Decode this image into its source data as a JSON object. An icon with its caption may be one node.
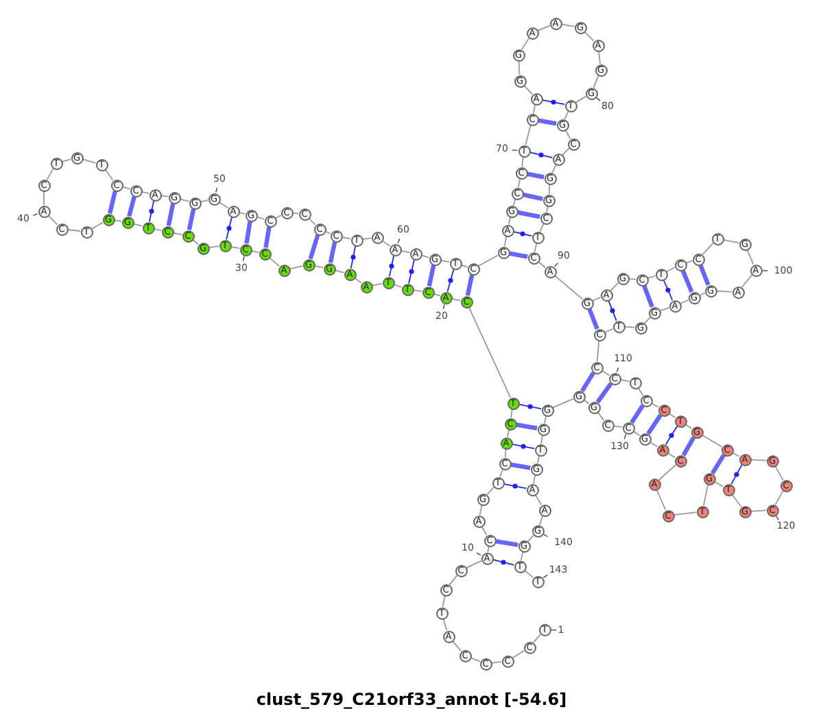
{
  "diagram": {
    "title": "clust_579_C21orf33_annot [-54.6]",
    "nodes": [
      {
        "text": [
          "T"
        ],
        "beside": [
          "1"
        ]
      },
      {
        "text": [
          "C"
        ]
      },
      {
        "text": [
          "C"
        ]
      },
      {
        "text": [
          "C"
        ]
      },
      {
        "text": [
          "C"
        ]
      },
      {
        "text": [
          "A"
        ]
      },
      {
        "text": [
          "T"
        ]
      },
      {
        "text": [
          "C"
        ]
      },
      {
        "text": [
          "C"
        ]
      },
      {
        "text": [
          "A"
        ],
        "beside": [
          "10"
        ]
      },
      {
        "text": [
          "C"
        ]
      },
      {
        "text": [
          "A"
        ]
      },
      {
        "text": [
          "G"
        ]
      },
      {
        "text": [
          "T"
        ]
      },
      {
        "text": [
          "C"
        ]
      },
      {
        "text": [
          "A"
        ]
      },
      {
        "text": [
          "C"
        ]
      },
      {
        "text": [
          "T"
        ]
      },
      {
        "text": [
          "C"
        ]
      },
      {
        "text": [
          "A"
        ],
        "beside": [
          "20"
        ]
      },
      {
        "text": [
          "C"
        ]
      },
      {
        "text": [
          "T"
        ]
      },
      {
        "text": [
          "T"
        ]
      },
      {
        "text": [
          "A"
        ]
      },
      {
        "text": [
          "A"
        ]
      },
      {
        "text": [
          "G"
        ]
      },
      {
        "text": [
          "G"
        ]
      },
      {
        "text": [
          "A"
        ]
      },
      {
        "text": [
          "C"
        ]
      },
      {
        "text": [
          "C"
        ],
        "beside": [
          "30"
        ]
      },
      {
        "text": [
          "T"
        ]
      },
      {
        "text": [
          "G"
        ]
      },
      {
        "text": [
          "C"
        ]
      },
      {
        "text": [
          "C"
        ]
      },
      {
        "text": [
          "T"
        ]
      },
      {
        "text": [
          "G"
        ]
      },
      {
        "text": [
          "G"
        ]
      },
      {
        "text": [
          "T"
        ]
      },
      {
        "text": [
          "C"
        ]
      },
      {
        "text": [
          "A"
        ],
        "beside": [
          "40"
        ]
      },
      {
        "text": [
          "C"
        ]
      },
      {
        "text": [
          "T"
        ]
      },
      {
        "text": [
          "G"
        ]
      },
      {
        "text": [
          "T"
        ]
      },
      {
        "text": [
          "C"
        ]
      },
      {
        "text": [
          "C"
        ]
      },
      {
        "text": [
          "A"
        ]
      },
      {
        "text": [
          "G"
        ]
      },
      {
        "text": [
          "G"
        ]
      },
      {
        "text": [
          "G"
        ],
        "beside": [
          "50"
        ]
      },
      {
        "text": [
          "A"
        ]
      },
      {
        "text": [
          "G"
        ]
      },
      {
        "text": [
          "C"
        ]
      },
      {
        "text": [
          "C"
        ]
      },
      {
        "text": [
          "C"
        ]
      },
      {
        "text": [
          "C"
        ]
      },
      {
        "text": [
          "C"
        ]
      },
      {
        "text": [
          "T"
        ]
      },
      {
        "text": [
          "A"
        ]
      },
      {
        "text": [
          "A"
        ],
        "beside": [
          "60"
        ]
      },
      {
        "text": [
          "A"
        ]
      },
      {
        "text": [
          "G"
        ]
      },
      {
        "text": [
          "T"
        ]
      },
      {
        "text": [
          "C"
        ]
      },
      {
        "text": [
          "G"
        ]
      },
      {
        "text": [
          "A"
        ]
      },
      {
        "text": [
          "G"
        ]
      },
      {
        "text": [
          "C"
        ]
      },
      {
        "text": [
          "C"
        ]
      },
      {
        "text": [
          "T"
        ],
        "beside": [
          "70"
        ]
      },
      {
        "text": [
          "C"
        ]
      },
      {
        "text": [
          "A"
        ]
      },
      {
        "text": [
          "G"
        ]
      },
      {
        "text": [
          "G"
        ]
      },
      {
        "text": [
          "A"
        ]
      },
      {
        "text": [
          "A"
        ]
      },
      {
        "text": [
          "G"
        ]
      },
      {
        "text": [
          "A"
        ]
      },
      {
        "text": [
          "G"
        ]
      },
      {
        "text": [
          "G"
        ],
        "beside": [
          "80"
        ]
      },
      {
        "text": [
          "T"
        ]
      },
      {
        "text": [
          "G"
        ]
      },
      {
        "text": [
          "C"
        ]
      },
      {
        "text": [
          "A"
        ]
      },
      {
        "text": [
          "G"
        ]
      },
      {
        "text": [
          "G"
        ]
      },
      {
        "text": [
          "C"
        ]
      },
      {
        "text": [
          "T"
        ]
      },
      {
        "text": [
          "C"
        ]
      },
      {
        "text": [
          "A"
        ],
        "beside": [
          "90"
        ]
      },
      {
        "text": [
          "G"
        ]
      },
      {
        "text": [
          "A"
        ]
      },
      {
        "text": [
          "G"
        ]
      },
      {
        "text": [
          "C"
        ]
      },
      {
        "text": [
          "T"
        ]
      },
      {
        "text": [
          "C"
        ]
      },
      {
        "text": [
          "C"
        ]
      },
      {
        "text": [
          "T"
        ]
      },
      {
        "text": [
          "G"
        ]
      },
      {
        "text": [
          "A"
        ],
        "beside": [
          "100"
        ]
      },
      {
        "text": [
          "A"
        ]
      },
      {
        "text": [
          "G"
        ]
      },
      {
        "text": [
          "G"
        ]
      },
      {
        "text": [
          "A"
        ]
      },
      {
        "text": [
          "G"
        ]
      },
      {
        "text": [
          "G"
        ]
      },
      {
        "text": [
          "T"
        ]
      },
      {
        "text": [
          "C"
        ]
      },
      {
        "text": [
          "C"
        ]
      },
      {
        "text": [
          "C"
        ],
        "beside": [
          "110"
        ]
      },
      {
        "text": [
          "T"
        ]
      },
      {
        "text": [
          "C"
        ]
      },
      {
        "text": [
          "C"
        ]
      },
      {
        "text": [
          "T"
        ]
      },
      {
        "text": [
          "G"
        ]
      },
      {
        "text": [
          "C"
        ]
      },
      {
        "text": [
          "A"
        ]
      },
      {
        "text": [
          "G"
        ]
      },
      {
        "text": [
          "C"
        ]
      },
      {
        "text": [
          "C"
        ],
        "beside": [
          "120"
        ]
      },
      {
        "text": [
          "G"
        ]
      },
      {
        "text": [
          "T"
        ]
      },
      {
        "text": [
          "G"
        ]
      },
      {
        "text": [
          "T"
        ]
      },
      {
        "text": [
          "C"
        ]
      },
      {
        "text": [
          "A"
        ]
      },
      {
        "text": [
          "C"
        ]
      },
      {
        "text": [
          "A"
        ]
      },
      {
        "text": [
          "G"
        ]
      },
      {
        "text": [
          "C"
        ],
        "beside": [
          "130"
        ]
      },
      {
        "text": [
          "C"
        ]
      },
      {
        "text": [
          "G"
        ]
      },
      {
        "text": [
          "G"
        ]
      },
      {
        "text": [
          "G"
        ]
      },
      {
        "text": [
          "G"
        ]
      },
      {
        "text": [
          "T"
        ]
      },
      {
        "text": [
          "G"
        ]
      },
      {
        "text": [
          "A"
        ]
      },
      {
        "text": [
          "A"
        ]
      },
      {
        "text": [
          "G"
        ],
        "beside": [
          "140"
        ]
      },
      {
        "text": [
          "G"
        ]
      },
      {
        "text": [
          "T"
        ]
      },
      {
        "text": [
          "T"
        ],
        "beside": [
          "143"
        ]
      }
    ],
    "edges": [
      {
        "from": 0,
        "to": 1,
        "arrow": "none"
      },
      {
        "from": 1,
        "to": 2,
        "arrow": "none"
      },
      {
        "from": 2,
        "to": 3,
        "arrow": "none"
      },
      {
        "from": 3,
        "to": 4,
        "arrow": "none"
      },
      {
        "from": 4,
        "to": 5,
        "arrow": "none"
      },
      {
        "from": 5,
        "to": 6,
        "arrow": "none"
      },
      {
        "from": 6,
        "to": 7,
        "arrow": "none"
      },
      {
        "from": 7,
        "to": 8,
        "arrow": "none"
      },
      {
        "from": 8,
        "to": 9,
        "arrow": "none"
      },
      {
        "from": 9,
        "to": 10,
        "arrow": "none"
      },
      {
        "from": 10,
        "to": 11,
        "arrow": "none"
      },
      {
        "from": 11,
        "to": 12,
        "arrow": "none"
      },
      {
        "from": 12,
        "to": 13,
        "arrow": "none"
      },
      {
        "from": 13,
        "to": 14,
        "arrow": "none"
      },
      {
        "from": 14,
        "to": 15,
        "arrow": "none"
      },
      {
        "from": 15,
        "to": 16,
        "arrow": "none"
      },
      {
        "from": 16,
        "to": 17,
        "arrow": "none"
      },
      {
        "from": 17,
        "to": 18,
        "arrow": "none"
      },
      {
        "from": 18,
        "to": 19,
        "arrow": "none"
      },
      {
        "from": 19,
        "to": 20,
        "arrow": "none"
      },
      {
        "from": 20,
        "to": 21,
        "arrow": "none"
      },
      {
        "from": 21,
        "to": 22,
        "arrow": "none"
      },
      {
        "from": 22,
        "to": 23,
        "arrow": "none"
      },
      {
        "from": 23,
        "to": 24,
        "arrow": "none"
      },
      {
        "from": 24,
        "to": 25,
        "arrow": "none"
      },
      {
        "from": 25,
        "to": 26,
        "arrow": "none"
      },
      {
        "from": 26,
        "to": 27,
        "arrow": "none"
      },
      {
        "from": 27,
        "to": 28,
        "arrow": "none"
      },
      {
        "from": 28,
        "to": 29,
        "arrow": "none"
      },
      {
        "from": 29,
        "to": 30,
        "arrow": "none"
      },
      {
        "from": 30,
        "to": 31,
        "arrow": "none"
      },
      {
        "from": 31,
        "to": 32,
        "arrow": "none"
      },
      {
        "from": 32,
        "to": 33,
        "arrow": "none"
      },
      {
        "from": 33,
        "to": 34,
        "arrow": "none"
      },
      {
        "from": 34,
        "to": 35,
        "arrow": "none"
      },
      {
        "from": 35,
        "to": 36,
        "arrow": "none"
      },
      {
        "from": 36,
        "to": 37,
        "arrow": "none"
      },
      {
        "from": 37,
        "to": 38,
        "arrow": "none"
      },
      {
        "from": 38,
        "to": 39,
        "arrow": "none"
      },
      {
        "from": 39,
        "to": 40,
        "arrow": "none"
      },
      {
        "from": 40,
        "to": 41,
        "arrow": "none"
      },
      {
        "from": 41,
        "to": 42,
        "arrow": "none"
      },
      {
        "from": 42,
        "to": 43,
        "arrow": "none"
      },
      {
        "from": 43,
        "to": 44,
        "arrow": "none"
      },
      {
        "from": 44,
        "to": 45,
        "arrow": "none"
      },
      {
        "from": 45,
        "to": 46,
        "arrow": "none"
      },
      {
        "from": 46,
        "to": 47,
        "arrow": "none"
      },
      {
        "from": 47,
        "to": 48,
        "arrow": "none"
      },
      {
        "from": 48,
        "to": 49,
        "arrow": "none"
      },
      {
        "from": 49,
        "to": 50,
        "arrow": "none"
      },
      {
        "from": 50,
        "to": 51,
        "arrow": "none"
      },
      {
        "from": 51,
        "to": 52,
        "arrow": "none"
      },
      {
        "from": 52,
        "to": 53,
        "arrow": "none"
      },
      {
        "from": 53,
        "to": 54,
        "arrow": "none"
      },
      {
        "from": 54,
        "to": 55,
        "arrow": "none"
      },
      {
        "from": 55,
        "to": 56,
        "arrow": "none"
      },
      {
        "from": 56,
        "to": 57,
        "arrow": "none"
      },
      {
        "from": 57,
        "to": 58,
        "arrow": "none"
      },
      {
        "from": 58,
        "to": 59,
        "arrow": "none"
      },
      {
        "from": 59,
        "to": 60,
        "arrow": "none"
      },
      {
        "from": 60,
        "to": 61,
        "arrow": "none"
      },
      {
        "from": 61,
        "to": 62,
        "arrow": "none"
      },
      {
        "from": 62,
        "to": 63,
        "arrow": "none"
      },
      {
        "from": 63,
        "to": 64,
        "arrow": "none"
      },
      {
        "from": 64,
        "to": 65,
        "arrow": "none"
      },
      {
        "from": 65,
        "to": 66,
        "arrow": "none"
      },
      {
        "from": 66,
        "to": 67,
        "arrow": "none"
      },
      {
        "from": 67,
        "to": 68,
        "arrow": "none"
      },
      {
        "from": 68,
        "to": 69,
        "arrow": "none"
      },
      {
        "from": 69,
        "to": 70,
        "arrow": "none"
      },
      {
        "from": 70,
        "to": 71,
        "arrow": "none"
      },
      {
        "from": 71,
        "to": 72,
        "arrow": "none"
      },
      {
        "from": 72,
        "to": 73,
        "arrow": "none"
      },
      {
        "from": 73,
        "to": 74,
        "arrow": "none"
      },
      {
        "from": 74,
        "to": 75,
        "arrow": "none"
      },
      {
        "from": 75,
        "to": 76,
        "arrow": "none"
      },
      {
        "from": 76,
        "to": 77,
        "arrow": "none"
      },
      {
        "from": 77,
        "to": 78,
        "arrow": "none"
      },
      {
        "from": 78,
        "to": 79,
        "arrow": "none"
      },
      {
        "from": 79,
        "to": 80,
        "arrow": "none"
      },
      {
        "from": 80,
        "to": 81,
        "arrow": "none"
      },
      {
        "from": 81,
        "to": 82,
        "arrow": "none"
      },
      {
        "from": 82,
        "to": 83,
        "arrow": "none"
      },
      {
        "from": 83,
        "to": 84,
        "arrow": "none"
      },
      {
        "from": 84,
        "to": 85,
        "arrow": "none"
      },
      {
        "from": 85,
        "to": 86,
        "arrow": "none"
      },
      {
        "from": 86,
        "to": 87,
        "arrow": "none"
      },
      {
        "from": 87,
        "to": 88,
        "arrow": "none"
      },
      {
        "from": 88,
        "to": 89,
        "arrow": "none"
      },
      {
        "from": 89,
        "to": 90,
        "arrow": "none"
      },
      {
        "from": 90,
        "to": 91,
        "arrow": "none"
      },
      {
        "from": 91,
        "to": 92,
        "arrow": "none"
      },
      {
        "from": 92,
        "to": 93,
        "arrow": "none"
      },
      {
        "from": 93,
        "to": 94,
        "arrow": "none"
      },
      {
        "from": 94,
        "to": 95,
        "arrow": "none"
      },
      {
        "from": 95,
        "to": 96,
        "arrow": "none"
      },
      {
        "from": 96,
        "to": 97,
        "arrow": "none"
      },
      {
        "from": 97,
        "to": 98,
        "arrow": "none"
      },
      {
        "from": 98,
        "to": 99,
        "arrow": "none"
      },
      {
        "from": 99,
        "to": 100,
        "arrow": "none"
      },
      {
        "from": 100,
        "to": 101,
        "arrow": "none"
      },
      {
        "from": 101,
        "to": 102,
        "arrow": "none"
      },
      {
        "from": 102,
        "to": 103,
        "arrow": "none"
      },
      {
        "from": 103,
        "to": 104,
        "arrow": "none"
      },
      {
        "from": 104,
        "to": 105,
        "arrow": "none"
      },
      {
        "from": 105,
        "to": 106,
        "arrow": "none"
      },
      {
        "from": 106,
        "to": 107,
        "arrow": "none"
      },
      {
        "from": 107,
        "to": 108,
        "arrow": "none"
      },
      {
        "from": 108,
        "to": 109,
        "arrow": "none"
      },
      {
        "from": 109,
        "to": 110,
        "arrow": "none"
      },
      {
        "from": 110,
        "to": 111,
        "arrow": "none"
      },
      {
        "from": 111,
        "to": 112,
        "arrow": "none"
      },
      {
        "from": 112,
        "to": 113,
        "arrow": "none"
      },
      {
        "from": 113,
        "to": 114,
        "arrow": "none"
      },
      {
        "from": 114,
        "to": 115,
        "arrow": "none"
      },
      {
        "from": 115,
        "to": 116,
        "arrow": "none"
      },
      {
        "from": 116,
        "to": 117,
        "arrow": "none"
      },
      {
        "from": 117,
        "to": 118,
        "arrow": "none"
      },
      {
        "from": 118,
        "to": 119,
        "arrow": "none"
      },
      {
        "from": 119,
        "to": 120,
        "arrow": "none"
      },
      {
        "from": 120,
        "to": 121,
        "arrow": "none"
      },
      {
        "from": 121,
        "to": 122,
        "arrow": "none"
      },
      {
        "from": 122,
        "to": 123,
        "arrow": "none"
      },
      {
        "from": 123,
        "to": 124,
        "arrow": "none"
      },
      {
        "from": 124,
        "to": 125,
        "arrow": "none"
      },
      {
        "from": 125,
        "to": 126,
        "arrow": "none"
      },
      {
        "from": 126,
        "to": 127,
        "arrow": "none"
      },
      {
        "from": 127,
        "to": 128,
        "arrow": "none"
      },
      {
        "from": 128,
        "to": 129,
        "arrow": "none"
      },
      {
        "from": 129,
        "to": 130,
        "arrow": "none"
      },
      {
        "from": 130,
        "to": 131,
        "arrow": "none"
      },
      {
        "from": 131,
        "to": 132,
        "arrow": "none"
      },
      {
        "from": 132,
        "to": 133,
        "arrow": "none"
      },
      {
        "from": 133,
        "to": 134,
        "arrow": "none"
      },
      {
        "from": 134,
        "to": 135,
        "arrow": "none"
      },
      {
        "from": 135,
        "to": 136,
        "arrow": "none"
      },
      {
        "from": 136,
        "to": 137,
        "arrow": "none"
      },
      {
        "from": 137,
        "to": 138,
        "arrow": "none"
      },
      {
        "from": 138,
        "to": 139,
        "arrow": "none"
      },
      {
        "from": 139,
        "to": 140,
        "arrow": "none"
      },
      {
        "from": 140,
        "to": 141,
        "arrow": "none"
      },
      {
        "from": 141,
        "to": 142,
        "arrow": "none"
      },
      {
        "from": 36,
        "to": 44,
        "arrow": "none",
        "style": "thick",
        "color": "#6666ff"
      },
      {
        "from": 35,
        "to": 45,
        "arrow": "none",
        "style": "thick",
        "color": "#6666ff"
      },
      {
        "from": 33,
        "to": 47,
        "arrow": "none",
        "style": "thick",
        "color": "#6666ff"
      },
      {
        "from": 32,
        "to": 48,
        "arrow": "none",
        "style": "thick",
        "color": "#6666ff"
      },
      {
        "from": 29,
        "to": 51,
        "arrow": "none",
        "style": "thick",
        "color": "#6666ff"
      },
      {
        "from": 28,
        "to": 52,
        "arrow": "none",
        "style": "thick",
        "color": "#6666ff"
      },
      {
        "from": 26,
        "to": 55,
        "arrow": "none",
        "style": "thick",
        "color": "#6666ff"
      },
      {
        "from": 25,
        "to": 56,
        "arrow": "none",
        "style": "thick",
        "color": "#6666ff"
      },
      {
        "from": 20,
        "to": 61,
        "arrow": "none",
        "style": "thick",
        "color": "#6666ff"
      },
      {
        "from": 18,
        "to": 63,
        "arrow": "none",
        "style": "thick",
        "color": "#6666ff"
      },
      {
        "from": 70,
        "to": 81,
        "arrow": "none",
        "style": "thick",
        "color": "#6666ff"
      },
      {
        "from": 68,
        "to": 84,
        "arrow": "none",
        "style": "thick",
        "color": "#6666ff"
      },
      {
        "from": 67,
        "to": 85,
        "arrow": "none",
        "style": "thick",
        "color": "#6666ff"
      },
      {
        "from": 66,
        "to": 86,
        "arrow": "none",
        "style": "thick",
        "color": "#6666ff"
      },
      {
        "from": 64,
        "to": 88,
        "arrow": "none",
        "style": "thick",
        "color": "#6666ff"
      },
      {
        "from": 90,
        "to": 107,
        "arrow": "none",
        "style": "thick",
        "color": "#6666ff"
      },
      {
        "from": 93,
        "to": 104,
        "arrow": "none",
        "style": "thick",
        "color": "#6666ff"
      },
      {
        "from": 95,
        "to": 102,
        "arrow": "none",
        "style": "thick",
        "color": "#6666ff"
      },
      {
        "from": 96,
        "to": 101,
        "arrow": "none",
        "style": "thick",
        "color": "#6666ff"
      },
      {
        "from": 108,
        "to": 132,
        "arrow": "none",
        "style": "thick",
        "color": "#6666ff"
      },
      {
        "from": 109,
        "to": 131,
        "arrow": "none",
        "style": "thick",
        "color": "#6666ff"
      },
      {
        "from": 111,
        "to": 129,
        "arrow": "none",
        "style": "thick",
        "color": "#6666ff"
      },
      {
        "from": 112,
        "to": 128,
        "arrow": "none",
        "style": "thick",
        "color": "#6666ff"
      },
      {
        "from": 114,
        "to": 126,
        "arrow": "none",
        "style": "thick",
        "color": "#6666ff"
      },
      {
        "from": 115,
        "to": 122,
        "arrow": "none",
        "style": "thick",
        "color": "#6666ff"
      },
      {
        "from": 10,
        "to": 140,
        "arrow": "none",
        "style": "thick",
        "color": "#6666ff"
      },
      {
        "from": 14,
        "to": 136,
        "arrow": "none",
        "style": "thick",
        "color": "#6666ff"
      },
      {
        "from": 16,
        "to": 134,
        "arrow": "none",
        "style": "thick",
        "color": "#6666ff"
      },
      {
        "from": 34,
        "to": 46,
        "arrow": "none",
        "color": "#2222ee"
      },
      {
        "from": 30,
        "to": 50,
        "arrow": "none",
        "color": "#2222ee"
      },
      {
        "from": 24,
        "to": 57,
        "arrow": "none",
        "color": "#2222ee"
      },
      {
        "from": 22,
        "to": 59,
        "arrow": "none",
        "color": "#2222ee"
      },
      {
        "from": 21,
        "to": 60,
        "arrow": "none",
        "color": "#2222ee"
      },
      {
        "from": 19,
        "to": 62,
        "arrow": "none",
        "color": "#2222ee"
      },
      {
        "from": 71,
        "to": 80,
        "arrow": "none",
        "color": "#2222ee"
      },
      {
        "from": 69,
        "to": 83,
        "arrow": "none",
        "color": "#2222ee"
      },
      {
        "from": 65,
        "to": 87,
        "arrow": "none",
        "color": "#2222ee"
      },
      {
        "from": 91,
        "to": 106,
        "arrow": "none",
        "color": "#2222ee"
      },
      {
        "from": 94,
        "to": 103,
        "arrow": "none",
        "color": "#2222ee"
      },
      {
        "from": 113,
        "to": 127,
        "arrow": "none",
        "color": "#2222ee"
      },
      {
        "from": 116,
        "to": 121,
        "arrow": "none",
        "color": "#2222ee"
      },
      {
        "from": 9,
        "to": 141,
        "arrow": "none",
        "color": "#2222ee"
      },
      {
        "from": 13,
        "to": 137,
        "arrow": "none",
        "color": "#2222ee"
      },
      {
        "from": 15,
        "to": 135,
        "arrow": "none",
        "color": "#2222ee"
      },
      {
        "from": 17,
        "to": 133,
        "arrow": "none",
        "color": "#2222ee"
      }
    ]
  }
}
